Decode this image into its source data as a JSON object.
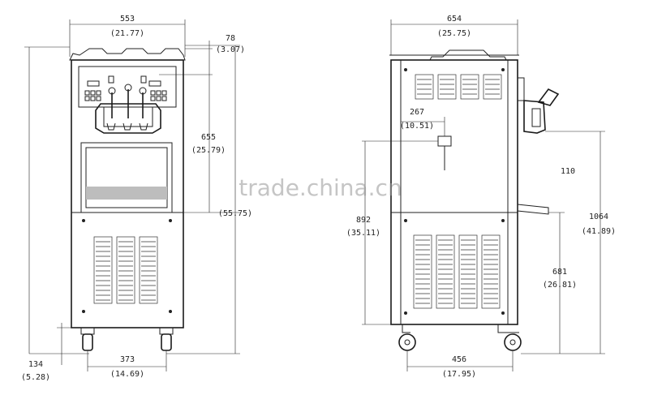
{
  "watermark": "trade.china.cn",
  "front_view": {
    "width": {
      "mm": "553",
      "in": "(21.77)"
    },
    "top_offset": {
      "mm": "78",
      "in": "(3.07)"
    },
    "upper_height": {
      "mm": "655",
      "in": "(25.79)"
    },
    "total_height_in": "(55.75)",
    "wheel_height": {
      "mm": "134",
      "in": "(5.28)"
    },
    "wheel_spacing": {
      "mm": "373",
      "in": "(14.69)"
    }
  },
  "side_view": {
    "depth": {
      "mm": "654",
      "in": "(25.75)"
    },
    "switch_offset": {
      "mm": "267",
      "in": "(10.51)"
    },
    "switch_height": {
      "mm": "892",
      "in": "(35.11)"
    },
    "tray_label": "110",
    "spout_height": {
      "mm": "1064",
      "in": "(41.89)"
    },
    "tray_height": {
      "mm": "681",
      "in": "(26.81)"
    },
    "wheel_spacing": {
      "mm": "456",
      "in": "(17.95)"
    }
  },
  "colors": {
    "line": "#222222",
    "background": "#ffffff"
  }
}
